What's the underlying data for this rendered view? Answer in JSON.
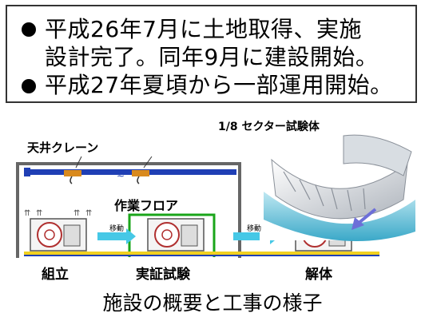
{
  "bullets": [
    {
      "lines": [
        "平成26年7月に土地取得、実施",
        "設計完了。同年9月に建設開始。"
      ]
    },
    {
      "lines": [
        "平成27年夏頃から一部運用開始。"
      ]
    }
  ],
  "diagram": {
    "crane_label": "天井クレーン",
    "floor_label": "作業フロア",
    "test_body_label": "1/8 セクター試験体",
    "move_label_1": "移動",
    "move_label_2": "移動",
    "stage_labels": [
      "組立",
      "実証試験",
      "解体"
    ]
  },
  "caption": "施設の概要と工事の様子",
  "colors": {
    "rail": "#1f3fb5",
    "floor_yellow": "#f0d020",
    "green_box": "#1aa51a",
    "arrow": "#46c8e6",
    "crane_orange": "#d98a1e"
  }
}
